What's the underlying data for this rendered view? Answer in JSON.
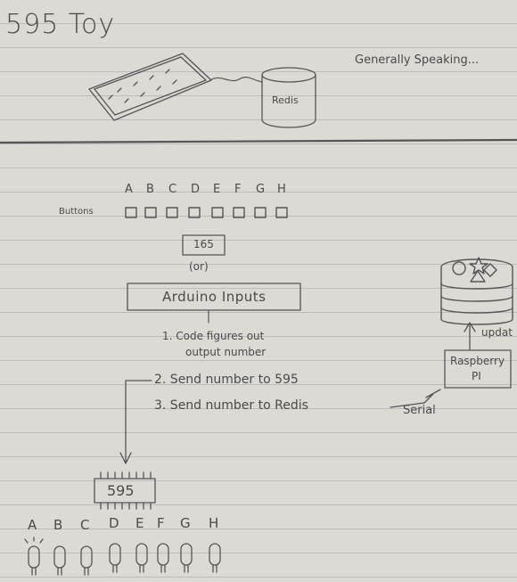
{
  "header": {
    "title": "595 Toy",
    "subtitle": "Generally Speaking..."
  },
  "overview": {
    "db_label": "Redis"
  },
  "input_section": {
    "letters": [
      "A",
      "B",
      "C",
      "D",
      "E",
      "F",
      "G",
      "H"
    ],
    "buttons_label": "Buttons",
    "chip_label": "165",
    "or_label": "(or)",
    "arduino_label": "Arduino Inputs",
    "steps": [
      "1. Code figures out",
      "output number",
      "2. Send number to 595",
      "3. Send number to Redis"
    ]
  },
  "pi_section": {
    "pi_label_line1": "Raspberry",
    "pi_label_line2": "PI",
    "serial_label": "Serial",
    "updates_label": "updat"
  },
  "output_section": {
    "chip_label": "595",
    "letters": [
      "A",
      "B",
      "C",
      "D",
      "E",
      "F",
      "G",
      "H"
    ]
  }
}
